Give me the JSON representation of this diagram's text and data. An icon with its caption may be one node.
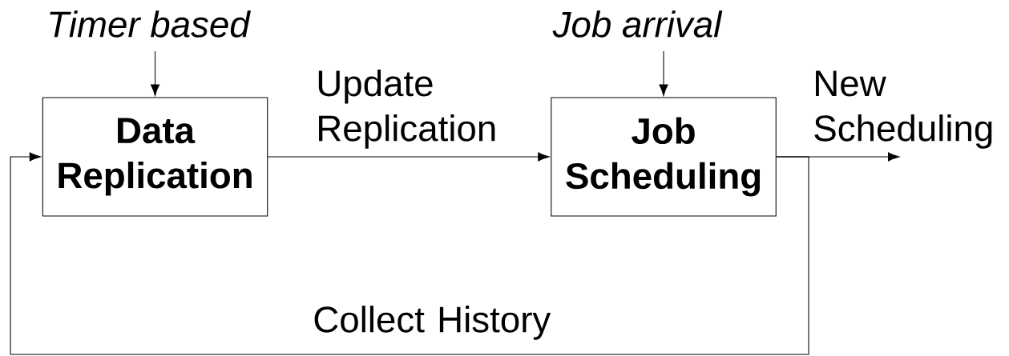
{
  "diagram": {
    "nodes": [
      {
        "text": [
          "Timer based"
        ]
      },
      {
        "text": [
          "Data Replication"
        ]
      },
      {
        "text": [
          "Job arrival"
        ]
      },
      {
        "text": [
          "Job Scheduling"
        ]
      }
    ],
    "edges": [
      {
        "from": 0,
        "to": 1,
        "arrow": "to"
      },
      {
        "from": 2,
        "to": 3,
        "arrow": "to"
      },
      {
        "from": 1,
        "to": 3,
        "arrow": "to",
        "label": "Update Replication"
      },
      {
        "from": 3,
        "to": null,
        "arrow": "to",
        "label": "New Scheduling"
      },
      {
        "from": 3,
        "to": 1,
        "arrow": "to",
        "label": "Collect History"
      }
    ]
  }
}
